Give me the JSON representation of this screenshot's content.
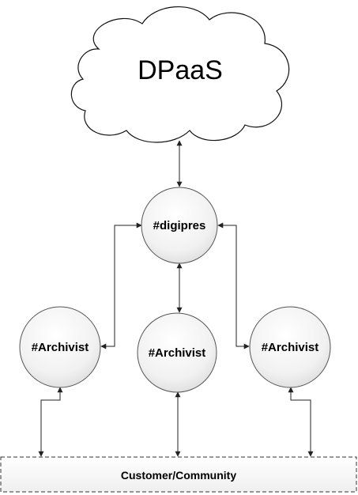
{
  "diagram": {
    "cloud": {
      "label": "DPaaS"
    },
    "hub": {
      "label": "#digipres"
    },
    "nodes": [
      {
        "label": "#Archivist"
      },
      {
        "label": "#Archivist"
      },
      {
        "label": "#Archivist"
      }
    ],
    "community": {
      "label": "Customer/Community"
    }
  }
}
